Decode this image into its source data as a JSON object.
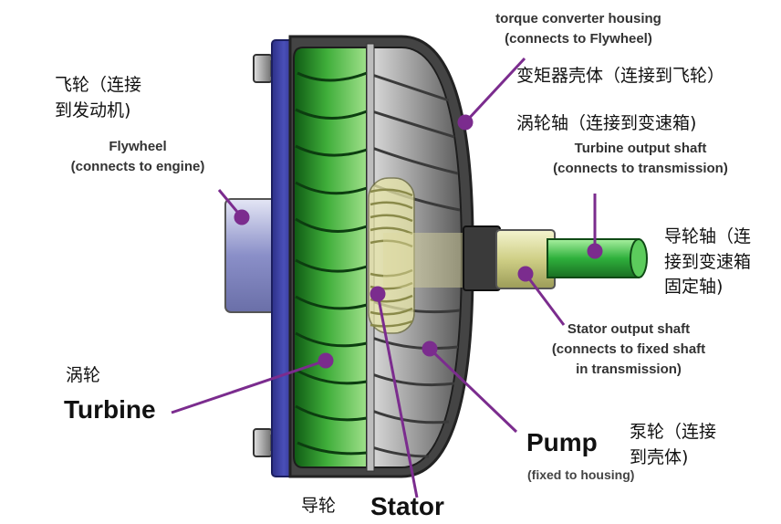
{
  "labels": {
    "housing_en": [
      "torque converter housing",
      "(connects to Flywheel)"
    ],
    "housing_zh": "变矩器壳体（连接到飞轮）",
    "flywheel_zh": [
      "飞轮（连接",
      "到发动机)"
    ],
    "flywheel_en": [
      "Flywheel",
      "(connects to engine)"
    ],
    "turbine_shaft_zh": "涡轮轴（连接到变速箱)",
    "turbine_shaft_en": [
      "Turbine output shaft",
      "(connects to transmission)"
    ],
    "stator_shaft_zh": [
      "导轮轴（连",
      "接到变速箱",
      "固定轴)"
    ],
    "stator_shaft_en": [
      "Stator output shaft",
      "(connects to fixed shaft",
      "in transmission)"
    ],
    "turbine_zh": "涡轮",
    "turbine_en": "Turbine",
    "pump_en": "Pump",
    "pump_sub": "(fixed to housing)",
    "pump_zh": [
      "泵轮（连接",
      "到壳体)"
    ],
    "stator_zh": "导轮",
    "stator_en": "Stator"
  },
  "colors": {
    "callout": "#7b2c8e",
    "flywheel_plate": "#3b3f9e",
    "turbine_green": "#3fae3a",
    "housing_gray": "#8a8a8a",
    "turbine_shaft": "#2fb03c",
    "stator_shaft": "#d8d890"
  }
}
